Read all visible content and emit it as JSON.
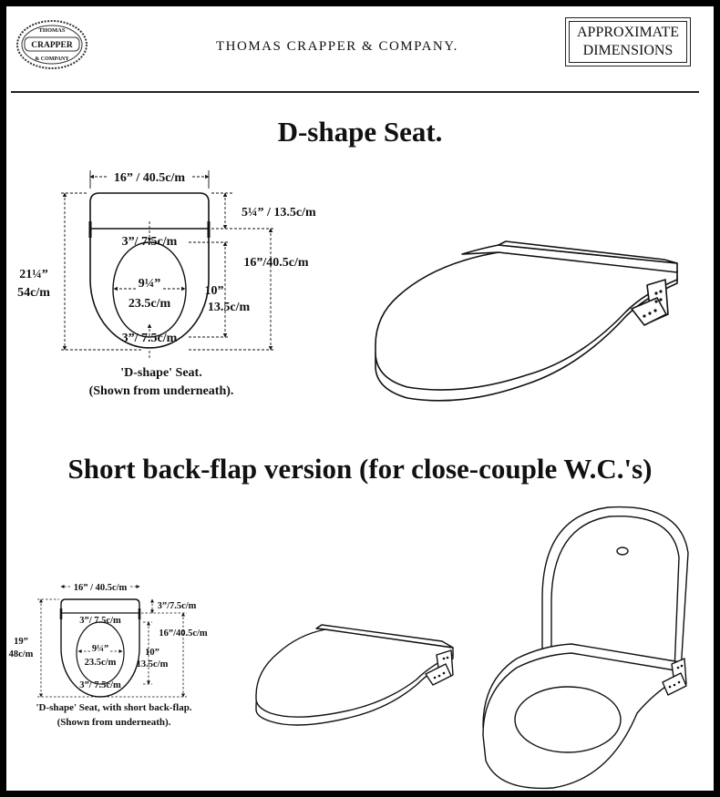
{
  "header": {
    "logo": {
      "top_text": "THOMAS",
      "middle_text": "CRAPPER",
      "bottom_text": "& COMPANY"
    },
    "company_name": "THOMAS CRAPPER & COMPANY.",
    "badge_line1": "APPROXIMATE",
    "badge_line2": "DIMENSIONS"
  },
  "section1": {
    "title": "D-shape Seat.",
    "dims": {
      "width": "16” / 40.5c/m",
      "back_flap": "5¼” / 13.5c/m",
      "height_in": "21¼”",
      "height_cm": "54c/m",
      "top_gap": "3”/ 7.5c/m",
      "inner_length": "16”/40.5c/m",
      "hole_width_in": "9¼”",
      "hole_width_cm": "23.5c/m",
      "hole_length_in": "10”",
      "hole_length_cm": "13.5c/m",
      "bottom_gap": "3”/ 7.5c/m"
    },
    "caption_line1": "'D-shape' Seat.",
    "caption_line2": "(Shown from underneath)."
  },
  "section2": {
    "title": "Short back-flap version (for close-couple W.C.'s)",
    "dims": {
      "width": "16” / 40.5c/m",
      "back_flap": "3”/7.5c/m",
      "height_in": "19”",
      "height_cm": "48c/m",
      "top_gap": "3”/ 7.5c/m",
      "inner_length": "16”/40.5c/m",
      "hole_width_in": "9¼”",
      "hole_width_cm": "23.5c/m",
      "hole_length_in": "10”",
      "hole_length_cm": "13.5c/m",
      "bottom_gap": "3”/ 7.5c/m"
    },
    "caption_line1": "'D-shape' Seat, with short back-flap.",
    "caption_line2": "(Shown from underneath)."
  }
}
